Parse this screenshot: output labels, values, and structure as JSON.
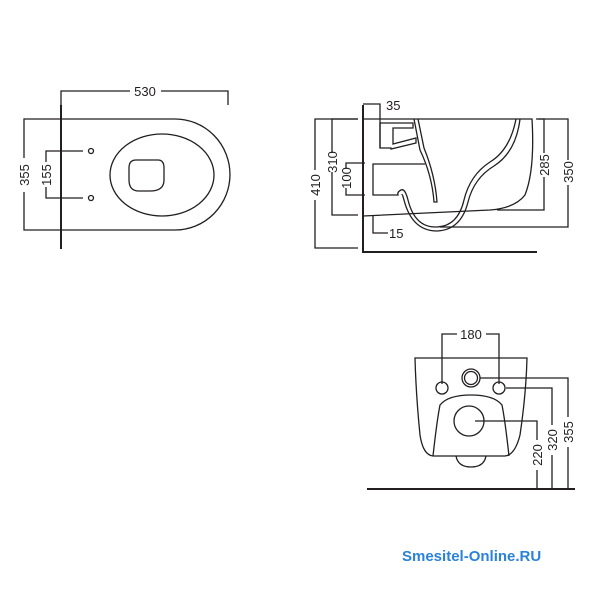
{
  "top_view": {
    "length": "530",
    "width": "355",
    "fixing_spacing": "155"
  },
  "side_view": {
    "offset_top": "35",
    "total_height": "410",
    "inlet_height": "310",
    "drain_height": "100",
    "drain_offset": "15",
    "rim_height": "285",
    "bowl_height": "350"
  },
  "front_view": {
    "fixing_spacing": "180",
    "drain_height": "220",
    "fixing_height": "320",
    "inlet_height": "355"
  },
  "watermark": "Smesitel-Online.RU",
  "colors": {
    "line": "#231f20",
    "watermark": "#2b82d9"
  }
}
